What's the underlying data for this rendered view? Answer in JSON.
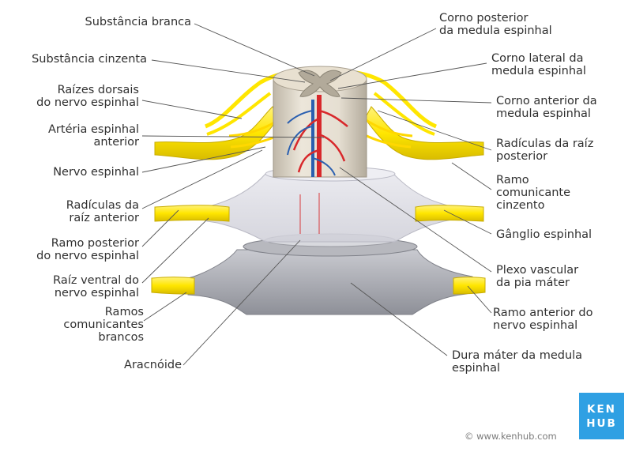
{
  "labels": {
    "substancia_branca": "Substância branca",
    "substancia_cinzenta": "Substância cinzenta",
    "raizes_dorsais": "Raízes dorsais\ndo nervo espinhal",
    "arteria_espinhal": "Artéria espinhal\nanterior",
    "nervo_espinhal": "Nervo espinhal",
    "radiculas_anterior": "Radículas da\nraíz anterior",
    "ramo_posterior": "Ramo posterior\ndo nervo espinhal",
    "raiz_ventral": "Raíz ventral do\nnervo espinhal",
    "ramos_comunicantes_brancos": "Ramos\ncomunicantes\nbrancos",
    "aracnoide": "Aracnóide",
    "corno_posterior": "Corno posterior\nda medula espinhal",
    "corno_lateral": "Corno lateral da\nmedula espinhal",
    "corno_anterior": "Corno anterior da\nmedula espinhal",
    "radiculas_posterior": "Radículas da raíz\nposterior",
    "ramo_comunicante_cinzento": "Ramo\ncomunicante\ncinzento",
    "ganglio": "Gânglio espinhal",
    "plexo": "Plexo vascular\nda pia máter",
    "ramo_anterior": "Ramo anterior do\nnervo espinhal",
    "dura": "Dura máter da medula\nespinhal"
  },
  "credit": "© www.kenhub.com",
  "logo": {
    "line1": "KEN",
    "line2": "HUB"
  },
  "colors": {
    "nerve": "#ffe600",
    "nerve_dark": "#d4b800",
    "artery": "#d8282b",
    "vein": "#2a5fb0",
    "dura": "#9c9ea6",
    "cord": "#ded6c6",
    "brand": "#2fa0e3"
  }
}
